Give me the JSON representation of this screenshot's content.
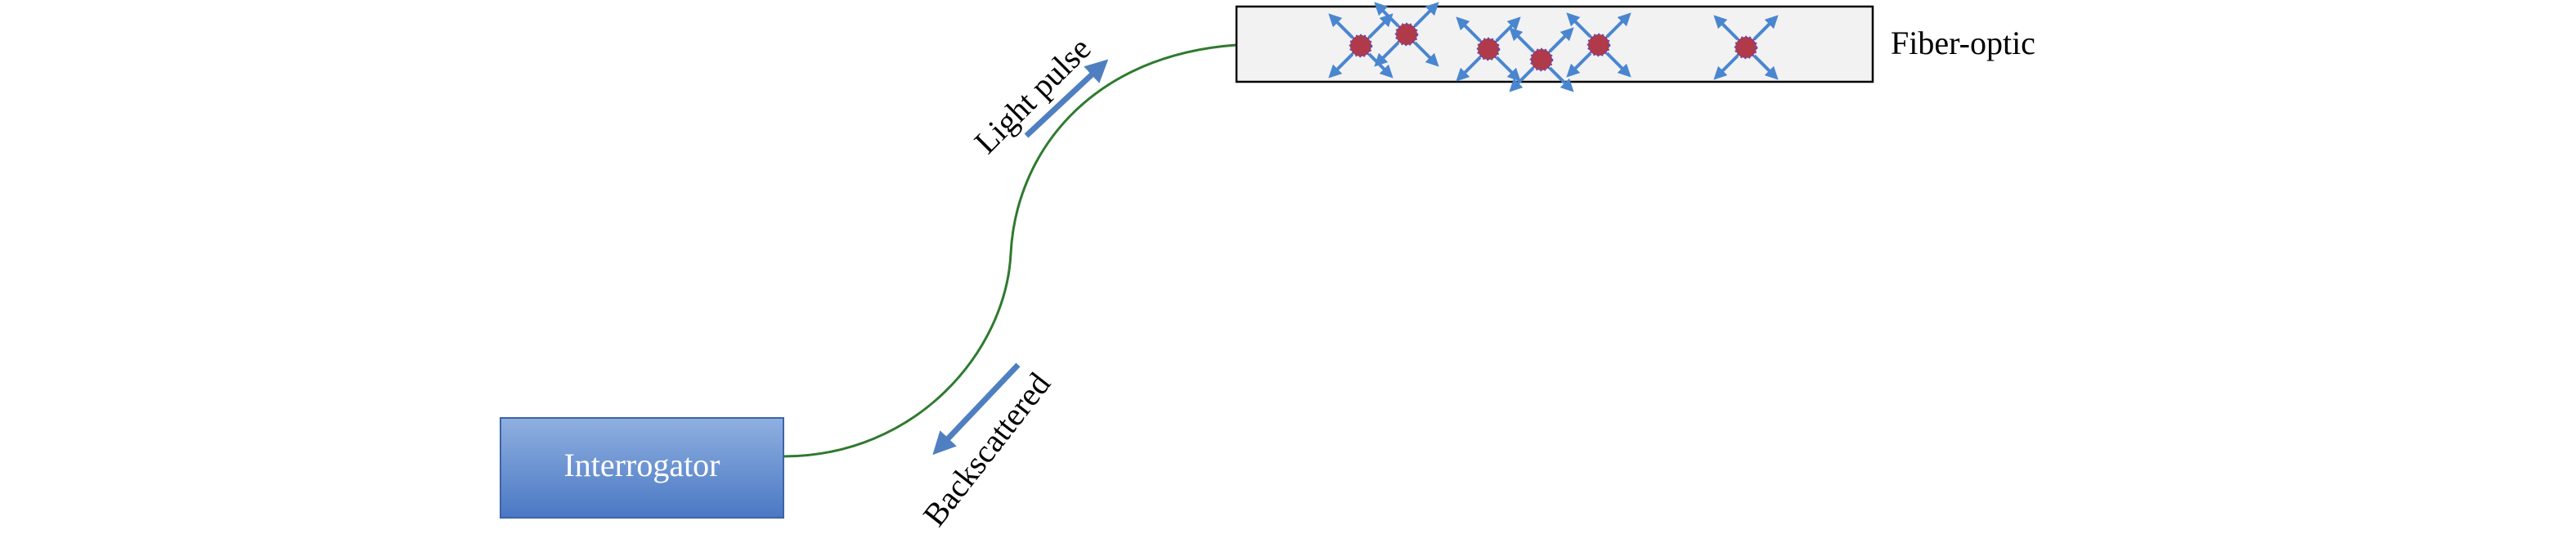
{
  "diagram": {
    "interrogator_label": "Interrogator",
    "fiber_label": "Fiber-optic",
    "light_pulse_label": "Light pulse",
    "backscattered_label": "Backscattered",
    "scatterer_count": 6
  },
  "colors": {
    "cable": "#2f7a2f",
    "arrow": "#4f7fc0",
    "scatter_arrow": "#4a86d0",
    "scatterer_fill": "#b03a4a",
    "scatterer_dots": "#5b4bb0",
    "fiber_fill": "#f2f2f2",
    "fiber_stroke": "#000000",
    "interrogator_top": "#8fb0e0",
    "interrogator_bottom": "#4a78c4",
    "interrogator_stroke": "#3d64a8"
  }
}
